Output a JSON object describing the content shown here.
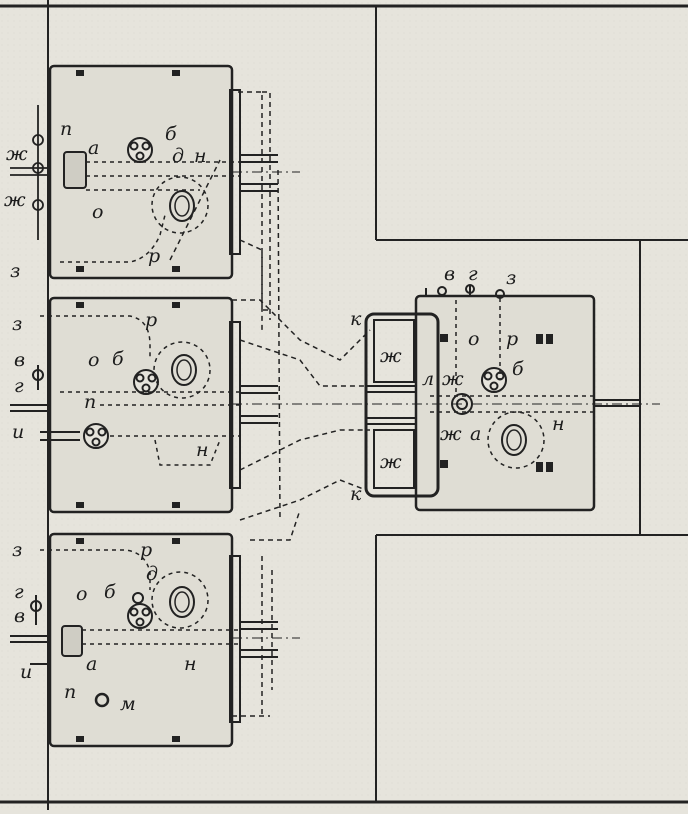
{
  "diagram": {
    "background": "#e6e4dc",
    "ink": "#222222",
    "paper_shade": "#dfddd4",
    "units": [
      {
        "id": "unit-top",
        "labels": {
          "p": "п",
          "a": "а",
          "b": "б",
          "d": "д",
          "n": "н",
          "o": "о",
          "r": "р",
          "z": "з",
          "zh1": "ж",
          "zh2": "ж"
        }
      },
      {
        "id": "unit-middle",
        "labels": {
          "z": "з",
          "r": "р",
          "v": "в",
          "o": "о",
          "b": "б",
          "g": "г",
          "p": "п",
          "i": "и",
          "n": "н"
        }
      },
      {
        "id": "unit-bottom",
        "labels": {
          "z": "з",
          "r": "р",
          "d": "д",
          "g": "г",
          "o": "о",
          "b": "б",
          "v": "в",
          "n": "н",
          "a": "а",
          "p": "п",
          "i": "и",
          "m": "м"
        }
      },
      {
        "id": "unit-right",
        "labels": {
          "v": "в",
          "g": "г",
          "z": "з",
          "o": "о",
          "r": "р",
          "l": "л",
          "zh1": "ж",
          "b": "б",
          "a": "а",
          "zh2": "ж",
          "n": "н"
        }
      }
    ],
    "crossover": {
      "labels": {
        "k1": "к",
        "zh1": "ж",
        "zh2": "ж",
        "k2": "к"
      }
    }
  }
}
